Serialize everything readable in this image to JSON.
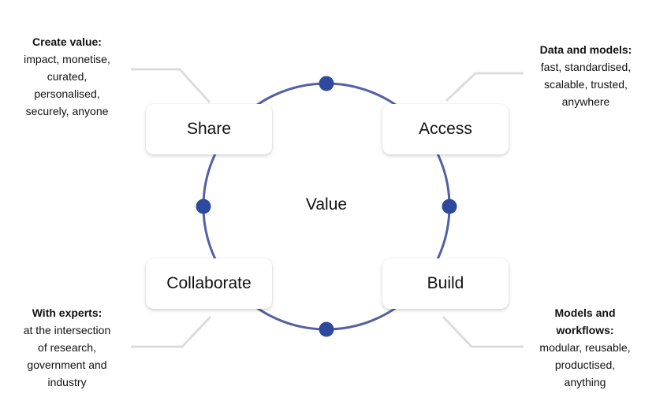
{
  "colors": {
    "ring": "#5560a4",
    "dot": "#2e4a9e",
    "connector": "#dcdcdc"
  },
  "center": {
    "label": "Value"
  },
  "nodes": {
    "share": {
      "label": "Share"
    },
    "access": {
      "label": "Access"
    },
    "collaborate": {
      "label": "Collaborate"
    },
    "build": {
      "label": "Build"
    }
  },
  "notes": {
    "share": {
      "heading": "Create value:",
      "lines": [
        "impact, monetise,",
        "curated,",
        "personalised,",
        "securely, anyone"
      ]
    },
    "access": {
      "heading": "Data and models:",
      "lines": [
        "fast, standardised,",
        "scalable, trusted,",
        "anywhere"
      ]
    },
    "collaborate": {
      "heading": "With experts:",
      "lines": [
        "at the intersection",
        "of research,",
        "government and",
        "industry"
      ]
    },
    "build": {
      "heading": "Models and",
      "heading2": "workflows:",
      "lines": [
        "modular, reusable,",
        "productised,",
        "anything"
      ]
    }
  }
}
